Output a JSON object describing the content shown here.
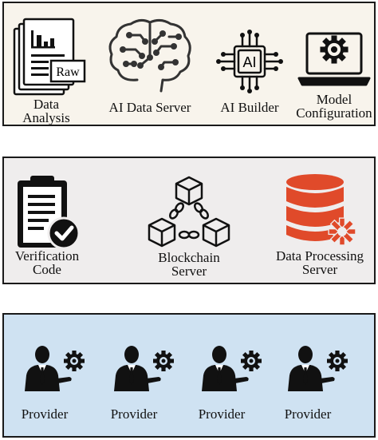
{
  "colors": {
    "top_panel_bg": "#f8f4ec",
    "mid_panel_bg": "#efeded",
    "bot_panel_bg": "#cfe2f2",
    "icon_dark": "#1a1a1a",
    "database_red": "#e04a2a"
  },
  "top_panel": {
    "items": [
      {
        "icon": "data-analysis-icon",
        "label_lines": [
          "Data",
          "Analysis"
        ],
        "badge": "Raw"
      },
      {
        "icon": "ai-brain-icon",
        "label_lines": [
          "AI Data Server"
        ]
      },
      {
        "icon": "ai-chip-icon",
        "label_lines": [
          "AI Builder"
        ],
        "badge": "AI"
      },
      {
        "icon": "laptop-gear-icon",
        "label_lines": [
          "Model",
          "Configuration"
        ]
      }
    ]
  },
  "middle_panel": {
    "items": [
      {
        "icon": "clipboard-check-icon",
        "label_lines": [
          "Verification",
          "Code"
        ]
      },
      {
        "icon": "blockchain-icon",
        "label_lines": [
          "Blockchain",
          "Server"
        ]
      },
      {
        "icon": "database-gear-icon",
        "label_lines": [
          "Data Processing",
          "Server"
        ]
      }
    ]
  },
  "bottom_panel": {
    "items": [
      {
        "icon": "provider-icon",
        "label": "Provider"
      },
      {
        "icon": "provider-icon",
        "label": "Provider"
      },
      {
        "icon": "provider-icon",
        "label": "Provider"
      },
      {
        "icon": "provider-icon",
        "label": "Provider"
      }
    ]
  }
}
